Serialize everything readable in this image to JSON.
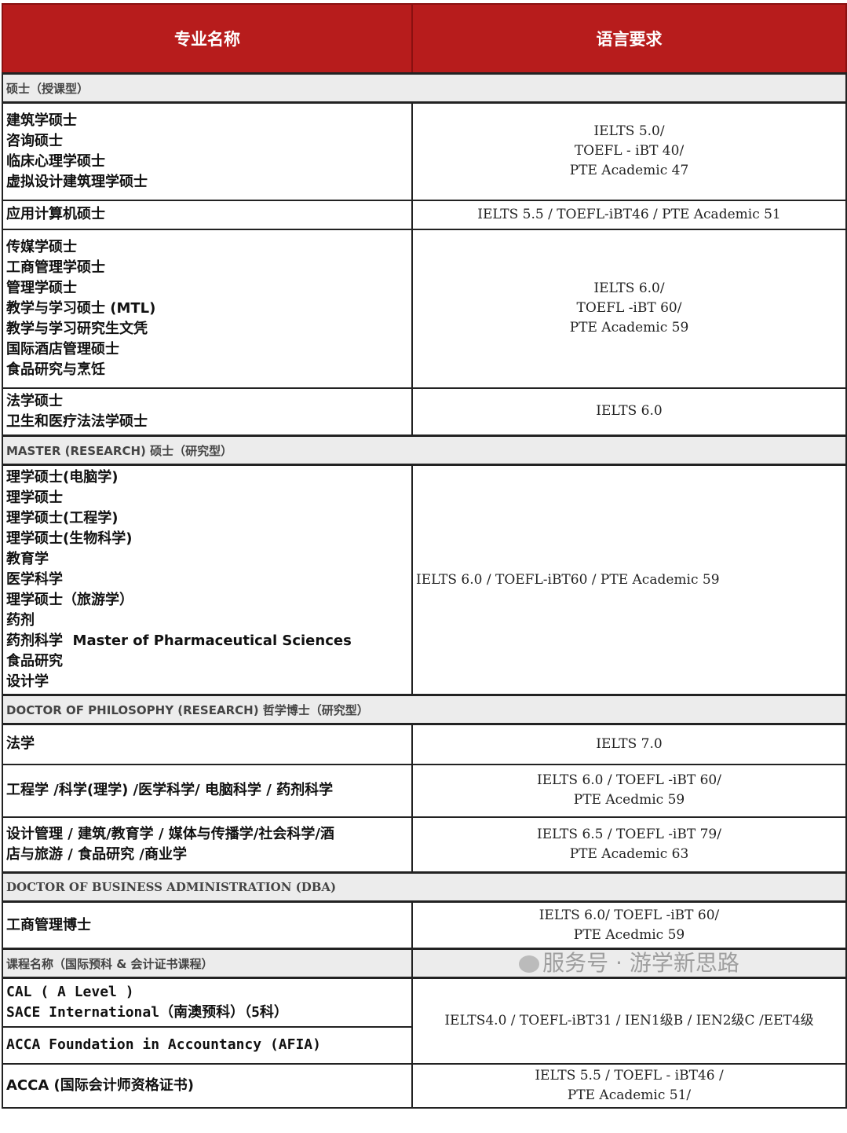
{
  "header": {
    "col1": "专业名称",
    "col2": "语言要求"
  },
  "sections": [
    {
      "title": "硕士（授课型）",
      "rows": [
        {
          "programs": [
            "建筑学硕士",
            "咨询硕士",
            "临床心理学硕士",
            "虚拟设计建筑理学硕士"
          ],
          "req": [
            "IELTS 5.0/",
            "TOEFL - iBT 40/",
            "PTE Academic 47"
          ]
        },
        {
          "programs": [
            "应用计算机硕士"
          ],
          "req": [
            "IELTS 5.5 / TOEFL-iBT46 / PTE Academic 51"
          ]
        },
        {
          "programs": [
            "传媒学硕士",
            "工商管理学硕士",
            "管理学硕士",
            "教学与学习硕士 (MTL)",
            "教学与学习研究生文凭",
            "国际酒店管理硕士",
            "食品研究与烹饪"
          ],
          "req": [
            "IELTS 6.0/",
            "TOEFL -iBT 60/",
            "PTE Academic 59"
          ]
        },
        {
          "programs": [
            "法学硕士",
            "卫生和医疗法法学硕士"
          ],
          "req": [
            "IELTS 6.0"
          ]
        }
      ]
    },
    {
      "title": "MASTER (RESEARCH) 硕士（研究型）",
      "rows": [
        {
          "programs": [
            "理学硕士(电脑学)",
            "理学硕士",
            "理学硕士(工程学)",
            "理学硕士(生物科学)",
            "教育学",
            "医学科学",
            "理学硕士（旅游学）",
            "药剂",
            "药剂科学  Master of Pharmaceutical Sciences",
            "食品研究",
            "设计学"
          ],
          "req": [
            "IELTS 6.0 / TOEFL-iBT60 / PTE Academic 59"
          ]
        }
      ]
    },
    {
      "title": "DOCTOR OF PHILOSOPHY (RESEARCH) 哲学博士（研究型）",
      "rows": [
        {
          "programs": [
            "法学"
          ],
          "req": [
            "IELTS 7.0"
          ]
        },
        {
          "programs": [
            "工程学 /科学(理学) /医学科学/ 电脑科学 / 药剂科学"
          ],
          "req": [
            "IELTS 6.0 / TOEFL -iBT 60/",
            "PTE Acedmic 59"
          ]
        },
        {
          "programs": [
            "设计管理 / 建筑/教育学 / 媒体与传播学/社会科学/酒",
            "店与旅游 / 食品研究  /商业学"
          ],
          "req": [
            "IELTS 6.5 / TOEFL -iBT 79/",
            "PTE Academic 63"
          ]
        }
      ]
    },
    {
      "title": "DOCTOR OF BUSINESS ADMINISTRATION (DBA)",
      "rows": [
        {
          "programs": [
            "工商管理博士"
          ],
          "req": [
            "IELTS 6.0/ TOEFL -iBT 60/",
            "PTE Acedmic 59"
          ]
        }
      ]
    },
    {
      "title": "课程名称（国际预科 & 会计证书课程）",
      "rows": [
        {
          "programs": [
            "CAL ( A Level )",
            "SACE International（南澳预科）（5科）"
          ],
          "req": [
            "IELTS4.0 / TOEFL-iBT31 / IEN1级B / IEN2级C /EET4级"
          ]
        },
        {
          "programs": [
            "ACCA Foundation in Accountancy (AFIA)"
          ]
        },
        {
          "programs": [
            "ACCA (国际会计师资格证书)"
          ],
          "req": [
            "IELTS 5.5 / TOEFL - iBT46 /",
            "PTE Academic 51/"
          ]
        }
      ]
    }
  ],
  "watermark": "服务号 · 游学新思路"
}
